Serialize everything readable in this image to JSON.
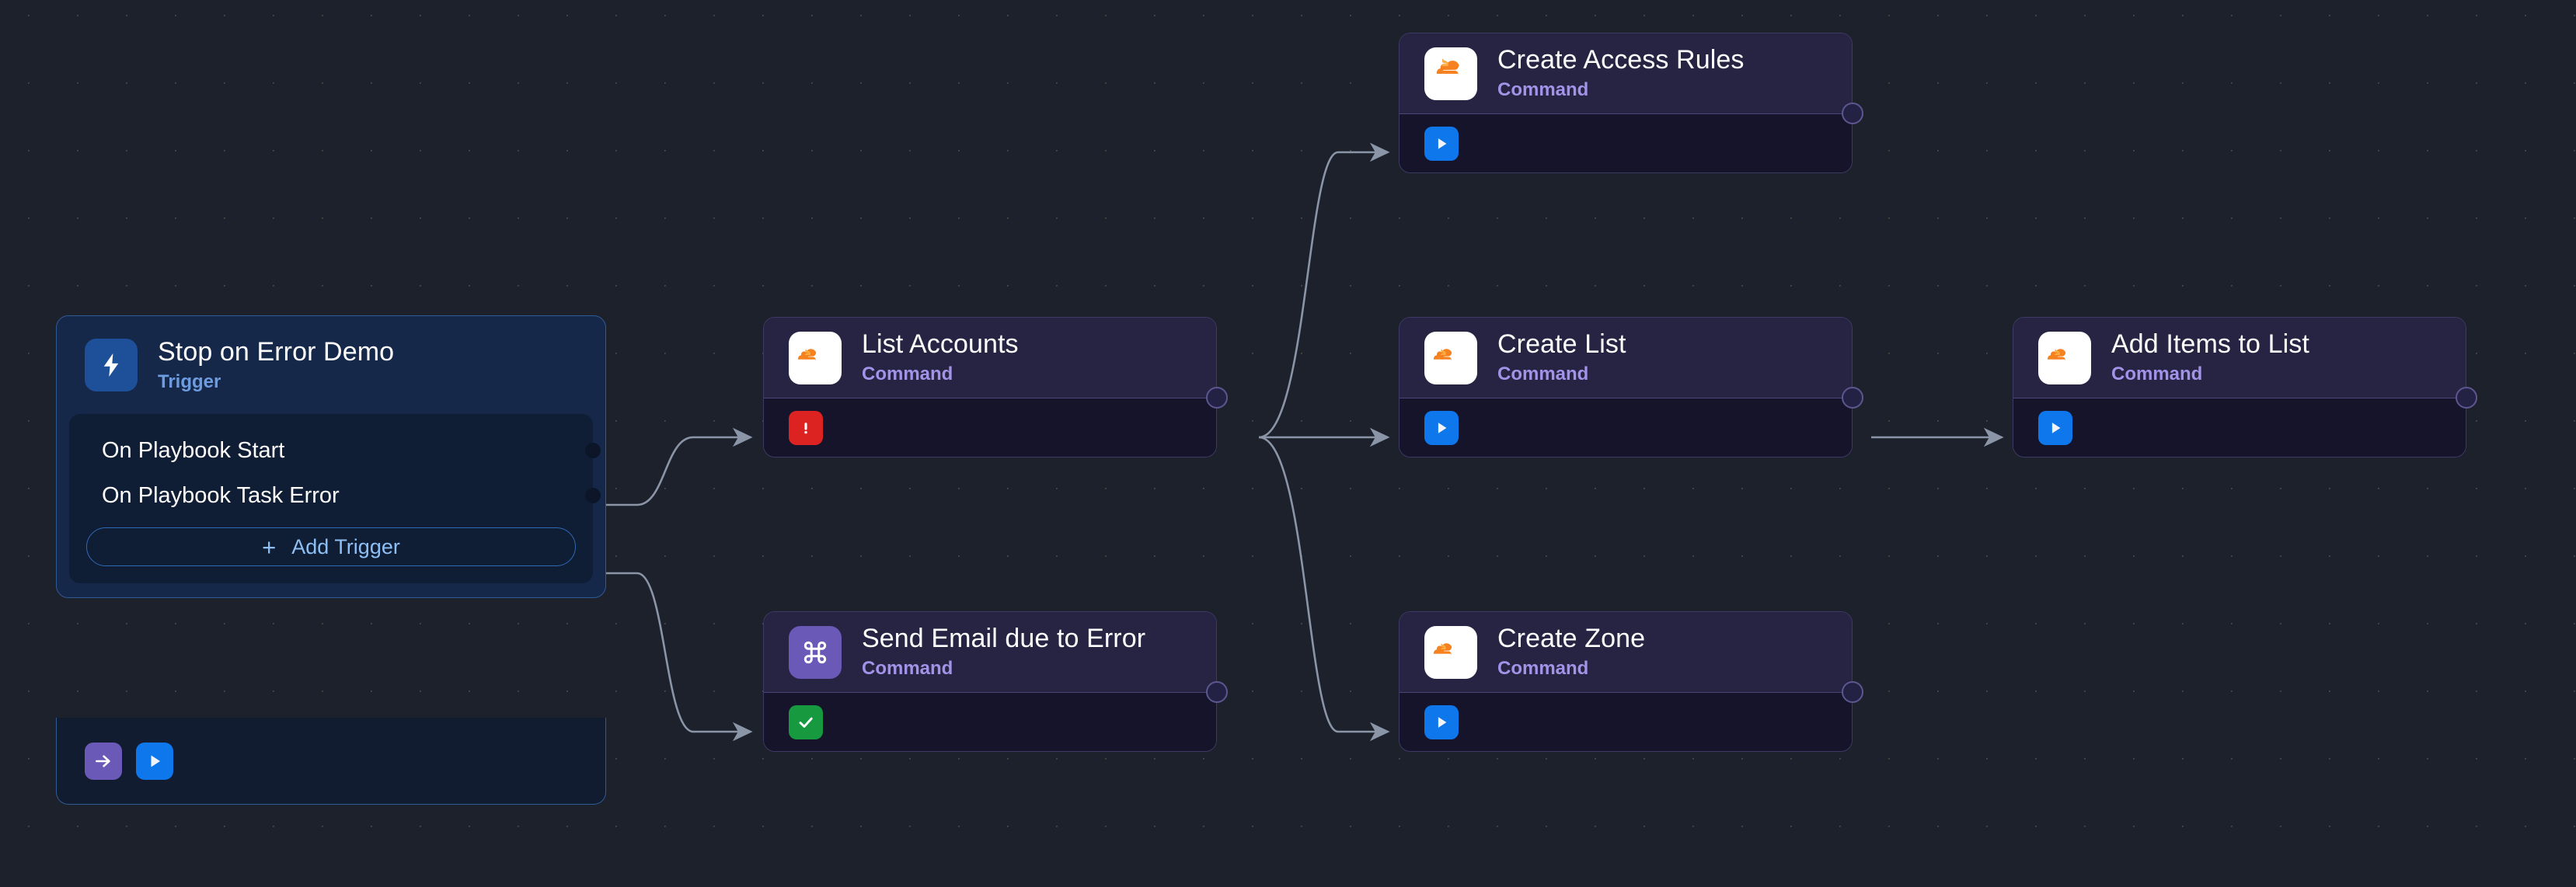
{
  "canvas": {
    "background_color": "#1d212b",
    "grid": "dot-grid"
  },
  "trigger_node": {
    "title": "Stop on Error Demo",
    "subtitle": "Trigger",
    "icon": "lightning-bolt-icon",
    "icon_tile_color": "#1d5099",
    "card_color": "#15284a",
    "border_color": "#2f5b96",
    "triggers": [
      {
        "label": "On Playbook Start"
      },
      {
        "label": "On Playbook Task Error"
      }
    ],
    "add_trigger": {
      "plus": "+",
      "label": "Add Trigger",
      "accent_color": "#8ec0f5"
    },
    "footer_buttons": [
      {
        "name": "arrow-right-button",
        "icon": "arrow-right-icon",
        "color": "#6b59b8"
      },
      {
        "name": "run-button",
        "icon": "play-icon",
        "color": "#0e77ec"
      }
    ]
  },
  "command_nodes": [
    {
      "id": "create-access-rules",
      "title": "Create Access Rules",
      "subtitle": "Command",
      "icon": "cloudflare-icon",
      "icon_tile_color": "#ffffff",
      "status": {
        "name": "run-button",
        "icon": "play-icon",
        "color": "#0e77ec"
      }
    },
    {
      "id": "list-accounts",
      "title": "List Accounts",
      "subtitle": "Command",
      "icon": "cloudflare-icon",
      "icon_tile_color": "#ffffff",
      "status": {
        "name": "error-badge",
        "icon": "exclamation-icon",
        "color": "#dd2222"
      }
    },
    {
      "id": "create-list",
      "title": "Create List",
      "subtitle": "Command",
      "icon": "cloudflare-icon",
      "icon_tile_color": "#ffffff",
      "status": {
        "name": "run-button",
        "icon": "play-icon",
        "color": "#0e77ec"
      }
    },
    {
      "id": "add-items-to-list",
      "title": "Add Items to List",
      "subtitle": "Command",
      "icon": "cloudflare-icon",
      "icon_tile_color": "#ffffff",
      "status": {
        "name": "run-button",
        "icon": "play-icon",
        "color": "#0e77ec"
      }
    },
    {
      "id": "send-email-due-to-error",
      "title": "Send Email due to Error",
      "subtitle": "Command",
      "icon": "command-key-icon",
      "icon_tile_color": "#6b59b8",
      "status": {
        "name": "success-badge",
        "icon": "checkmark-icon",
        "color": "#17993f"
      }
    },
    {
      "id": "create-zone",
      "title": "Create Zone",
      "subtitle": "Command",
      "icon": "cloudflare-icon",
      "icon_tile_color": "#ffffff",
      "status": {
        "name": "run-button",
        "icon": "play-icon",
        "color": "#0e77ec"
      }
    }
  ],
  "edges": [
    {
      "from": "on-playbook-start",
      "to": "list-accounts"
    },
    {
      "from": "on-playbook-task-error",
      "to": "send-email-due-to-error"
    },
    {
      "from": "list-accounts",
      "to": "create-access-rules"
    },
    {
      "from": "list-accounts",
      "to": "create-list"
    },
    {
      "from": "list-accounts",
      "to": "create-zone"
    },
    {
      "from": "create-list",
      "to": "add-items-to-list"
    }
  ],
  "edge_color": "#8a95a8"
}
